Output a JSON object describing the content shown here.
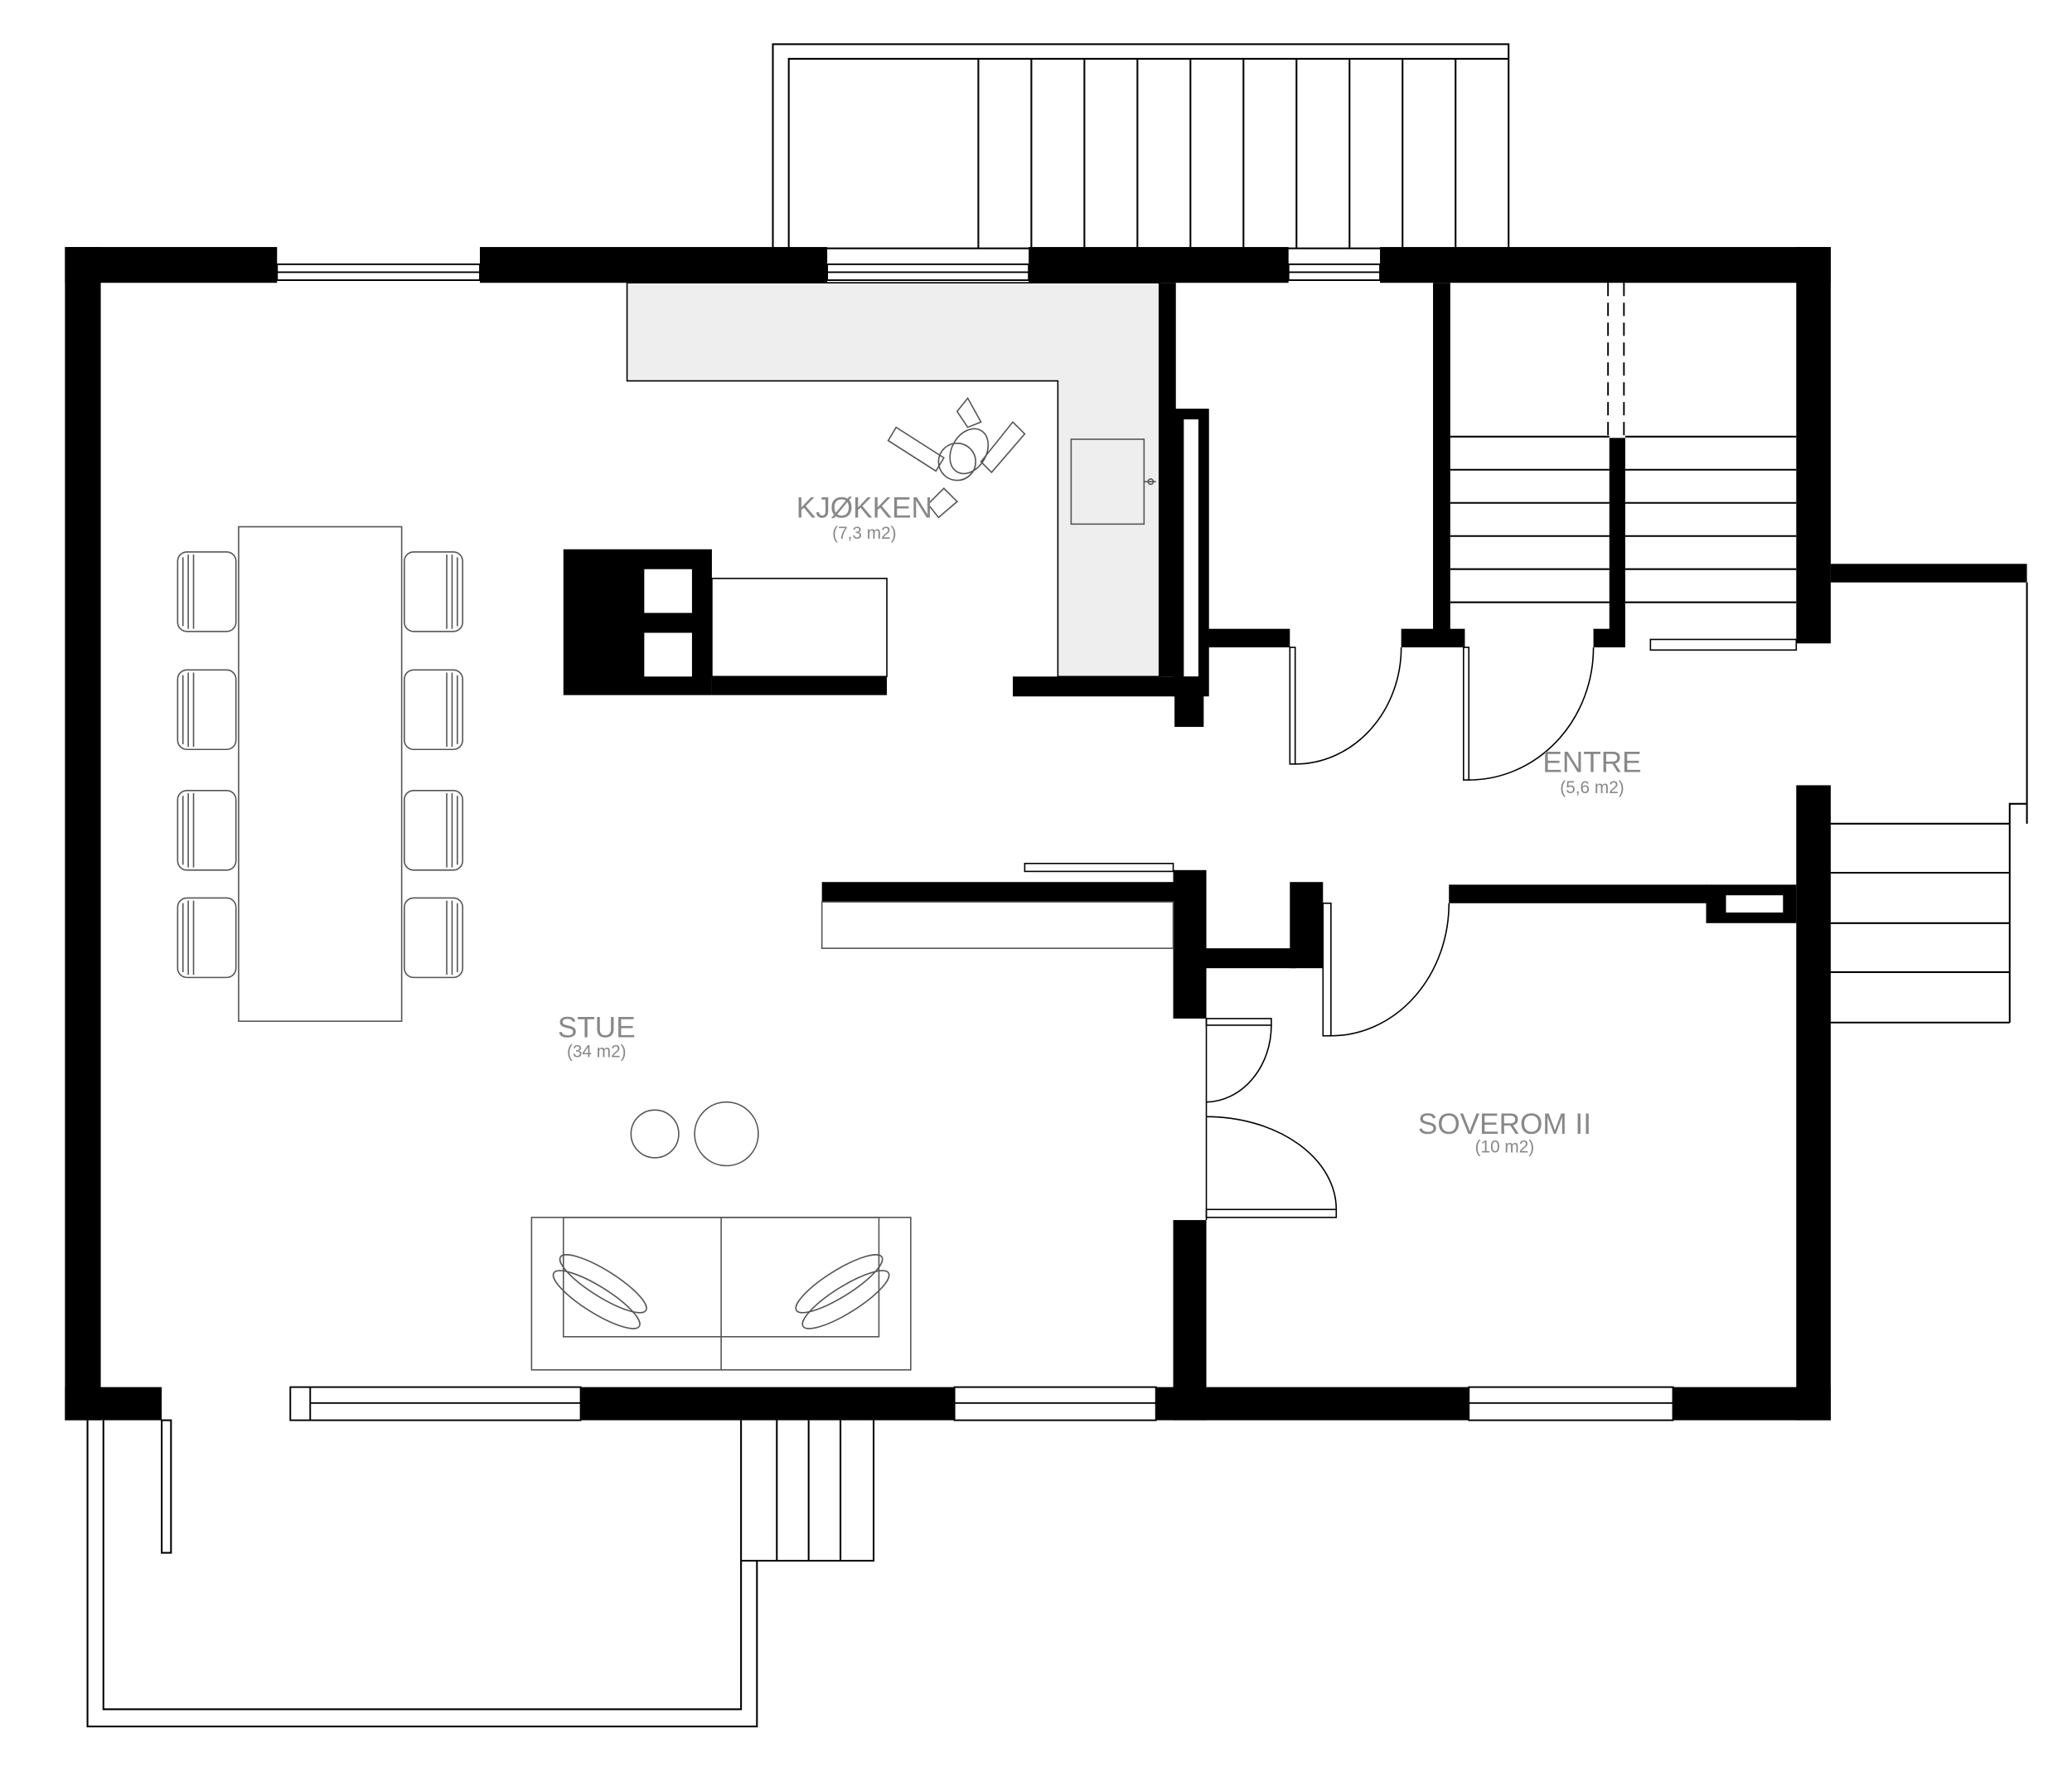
{
  "colors": {
    "wall": "#000000",
    "line": "#000000",
    "thin_line": "#555555",
    "counter_fill": "#eeeeee",
    "label": "#888888",
    "background": "#ffffff"
  },
  "rooms": {
    "kitchen": {
      "name": "KJØKKEN",
      "area": "(7,3 m2)"
    },
    "living": {
      "name": "STUE",
      "area": "(34 m2)"
    },
    "entrance": {
      "name": "ENTRE",
      "area": "(5,6 m2)"
    },
    "bedroom": {
      "name": "SOVEROM II",
      "area": "(10 m2)"
    }
  },
  "furniture": {
    "dining_chairs": 8,
    "sofa_seats": 2,
    "coffee_tables": 2
  }
}
